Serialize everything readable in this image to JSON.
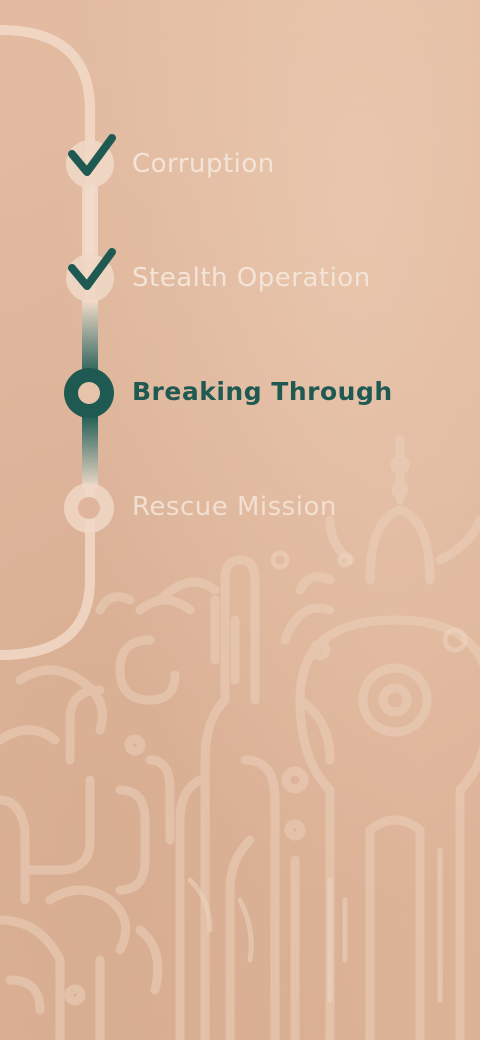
{
  "steps": [
    {
      "label": "Corruption",
      "status": "completed",
      "icon": "checkmark-icon"
    },
    {
      "label": "Stealth Operation",
      "status": "completed",
      "icon": "checkmark-icon"
    },
    {
      "label": "Breaking Through",
      "status": "current",
      "icon": "ring-marker-icon"
    },
    {
      "label": "Rescue Mission",
      "status": "locked",
      "icon": "ring-marker-icon"
    }
  ],
  "colors": {
    "background": "#dfb69b",
    "track": "#f2dccb",
    "accent": "#1f5a52",
    "pattern": "#ecd1bd"
  }
}
